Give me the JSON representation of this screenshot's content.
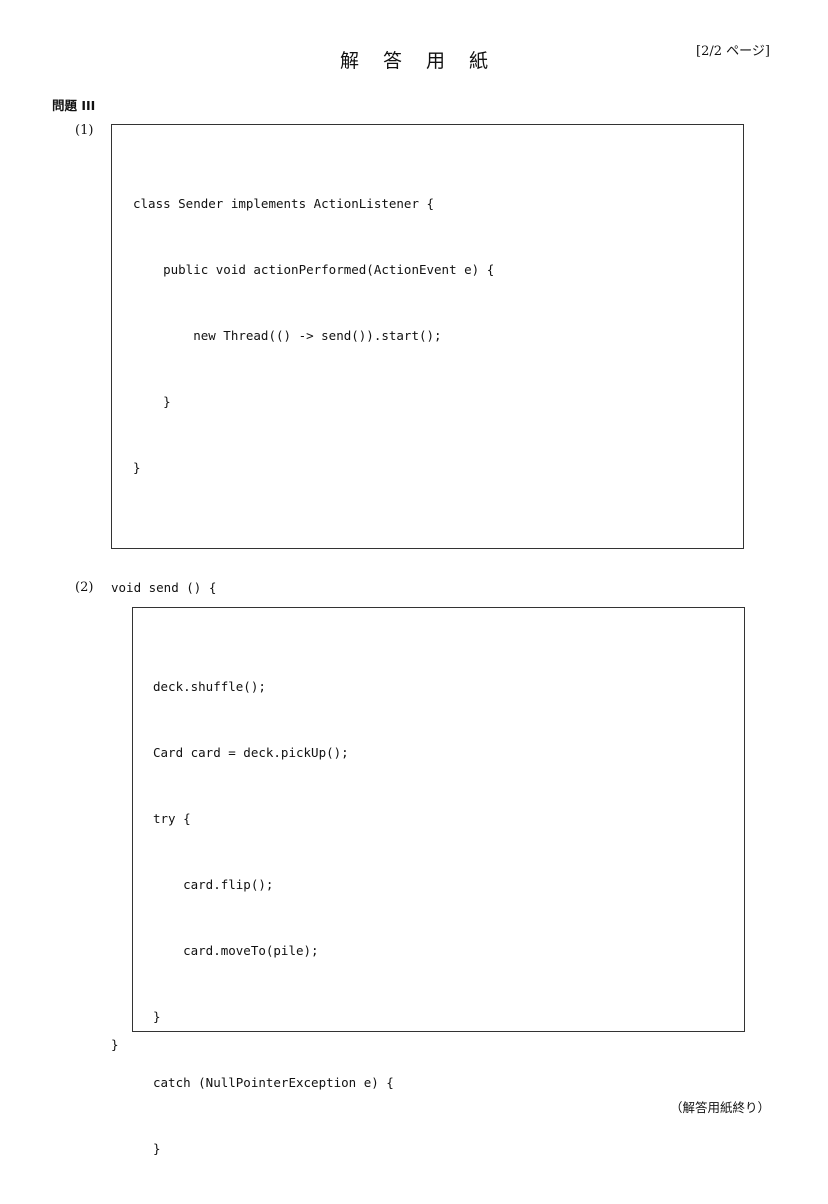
{
  "header": {
    "title": "解 答 用 紙",
    "page_number": "[2/2 ページ]"
  },
  "problem": {
    "heading": "問題 III"
  },
  "q1": {
    "label": "(1)",
    "code_lines": [
      "class Sender implements ActionListener {",
      "    public void actionPerformed(ActionEvent e) {",
      "        new Thread(() -> send()).start();",
      "    }",
      "}"
    ]
  },
  "q2": {
    "label": "(2)",
    "signature": "void send () {",
    "code_lines": [
      "deck.shuffle();",
      "Card card = deck.pickUp();",
      "try {",
      "    card.flip();",
      "    card.moveTo(pile);",
      "}",
      "catch (NullPointerException e) {",
      "}"
    ],
    "closing_brace": "}"
  },
  "footer": {
    "note": "（解答用紙終り）"
  }
}
